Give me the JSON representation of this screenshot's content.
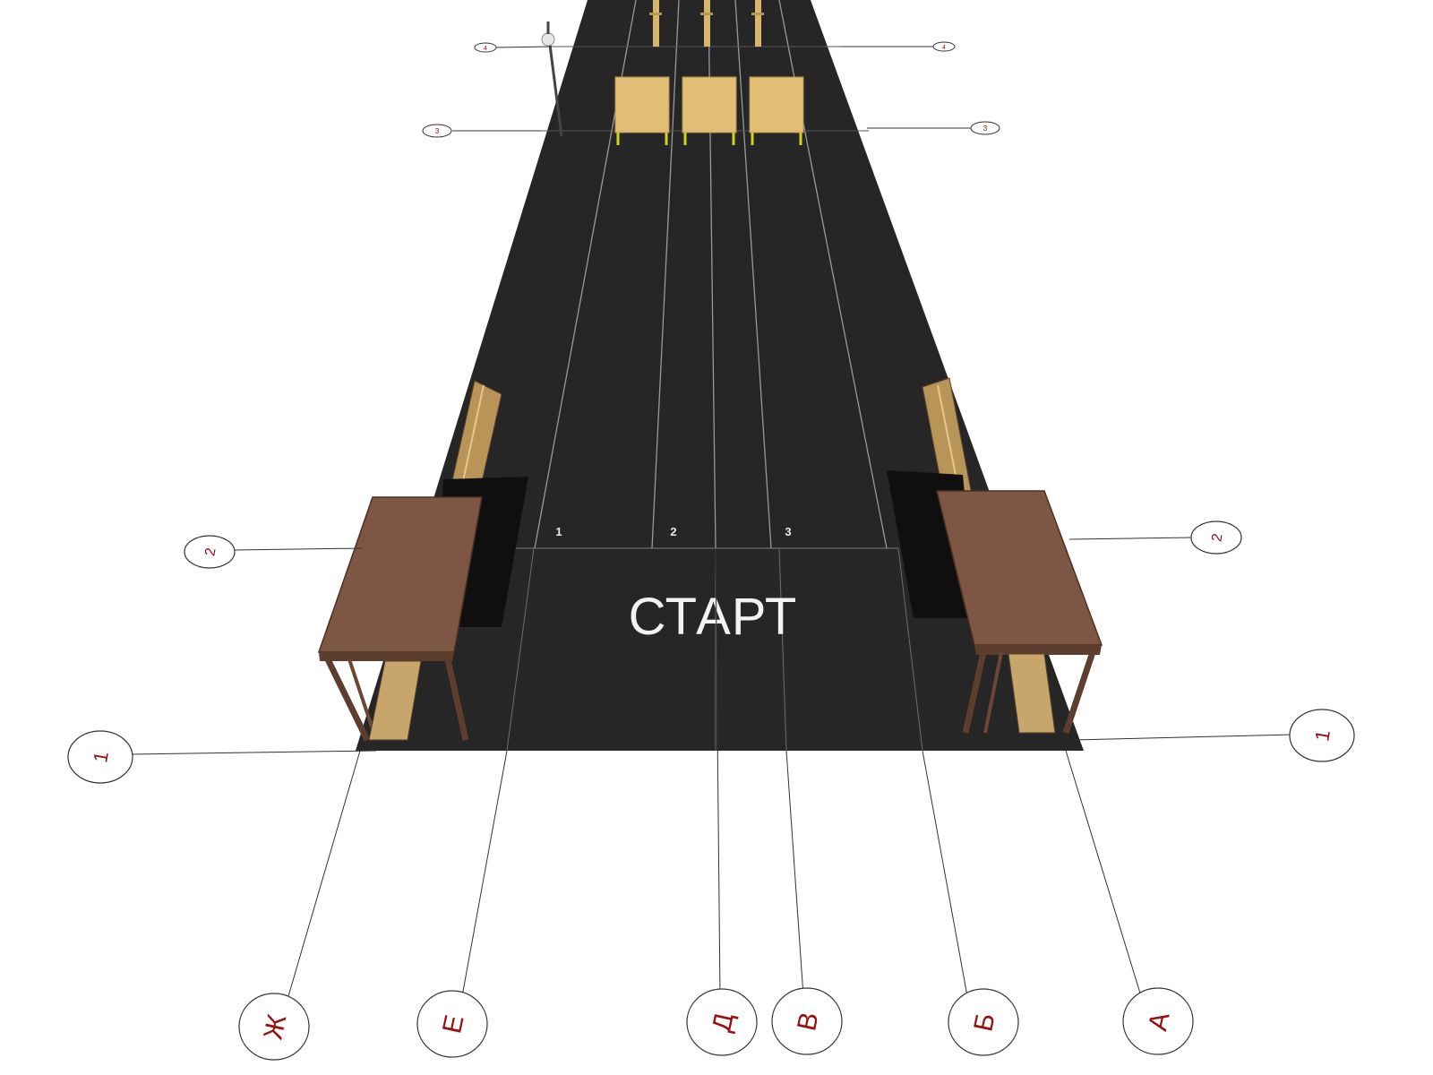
{
  "start_label": "СТАРТ",
  "lanes": [
    {
      "number": "1"
    },
    {
      "number": "2"
    },
    {
      "number": "3"
    }
  ],
  "column_axes": [
    {
      "label": "Ж"
    },
    {
      "label": "Е"
    },
    {
      "label": "Д"
    },
    {
      "label": "В"
    },
    {
      "label": "Б"
    },
    {
      "label": "А"
    }
  ],
  "row_axes": [
    {
      "label": "1",
      "side": "left"
    },
    {
      "label": "1",
      "side": "right"
    },
    {
      "label": "2",
      "side": "left"
    },
    {
      "label": "2",
      "side": "right"
    },
    {
      "label": "3",
      "side": "left"
    },
    {
      "label": "3",
      "side": "right"
    },
    {
      "label": "4",
      "side": "left"
    },
    {
      "label": "4",
      "side": "right"
    }
  ],
  "colors": {
    "track": "#262626",
    "axis_text": "#9a1010",
    "lane_line": "#9a9a9a",
    "wood": "#d9b46c",
    "canopy": "#7a5442"
  }
}
